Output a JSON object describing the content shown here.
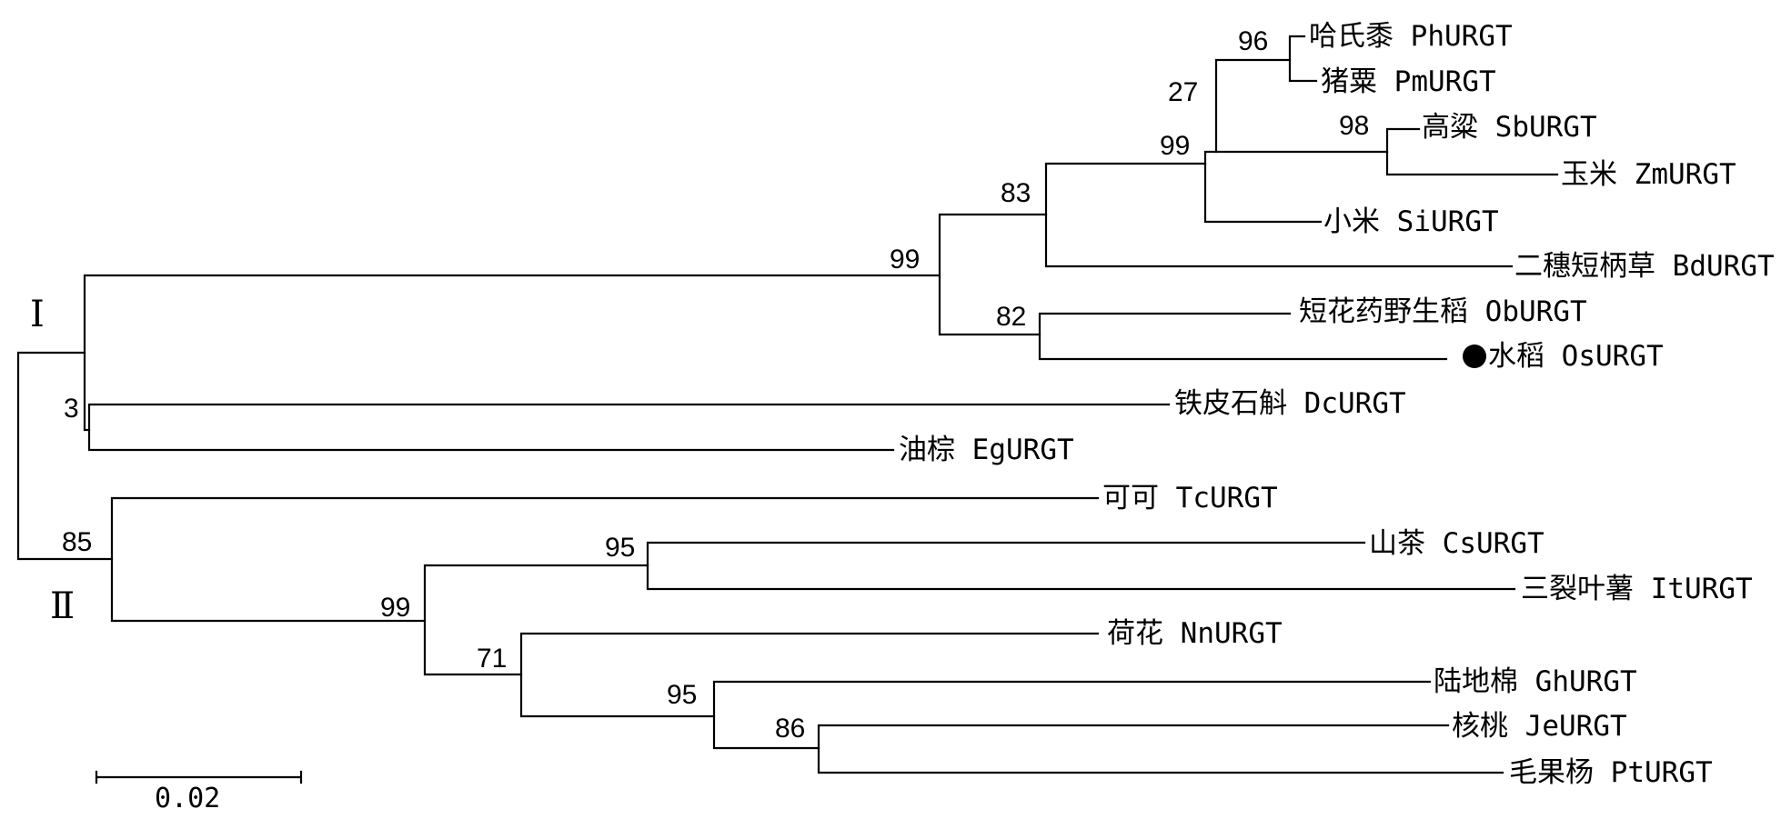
{
  "tree": {
    "clade_labels": [
      "Ⅰ",
      "Ⅱ"
    ],
    "scale_bar_label": "0.02",
    "marker_color": "#000000",
    "tips": [
      {
        "id": "ph",
        "label": "哈氏黍 PhURGT"
      },
      {
        "id": "pm",
        "label": "猪粟 PmURGT"
      },
      {
        "id": "sb",
        "label": "高粱 SbURGT"
      },
      {
        "id": "zm",
        "label": "玉米 ZmURGT"
      },
      {
        "id": "si",
        "label": "小米 SiURGT"
      },
      {
        "id": "bd",
        "label": "二穗短柄草 BdURGT"
      },
      {
        "id": "ob",
        "label": "短花药野生稻 ObURGT"
      },
      {
        "id": "os",
        "label": "水稻 OsURGT",
        "marker": "filled-circle"
      },
      {
        "id": "dc",
        "label": "铁皮石斛 DcURGT"
      },
      {
        "id": "eg",
        "label": "油棕 EgURGT"
      },
      {
        "id": "tc",
        "label": "可可 TcURGT"
      },
      {
        "id": "cs",
        "label": "山茶 CsURGT"
      },
      {
        "id": "it",
        "label": "三裂叶薯 ItURGT"
      },
      {
        "id": "nn",
        "label": "荷花 NnURGT"
      },
      {
        "id": "gh",
        "label": "陆地棉 GhURGT"
      },
      {
        "id": "je",
        "label": "核桃 JeURGT"
      },
      {
        "id": "pt",
        "label": "毛果杨 PtURGT"
      }
    ],
    "bootstrap": [
      {
        "id": "n_phpm",
        "value": "96"
      },
      {
        "id": "n_sbzm",
        "value": "98"
      },
      {
        "id": "n_27",
        "value": "27"
      },
      {
        "id": "n_99a",
        "value": "99"
      },
      {
        "id": "n_83",
        "value": "83"
      },
      {
        "id": "n_82",
        "value": "82"
      },
      {
        "id": "n_99b",
        "value": "99"
      },
      {
        "id": "n_3",
        "value": "3"
      },
      {
        "id": "n_95a",
        "value": "95"
      },
      {
        "id": "n_86",
        "value": "86"
      },
      {
        "id": "n_95b",
        "value": "95"
      },
      {
        "id": "n_71",
        "value": "71"
      },
      {
        "id": "n_99c",
        "value": "99"
      },
      {
        "id": "n_85",
        "value": "85"
      }
    ]
  }
}
